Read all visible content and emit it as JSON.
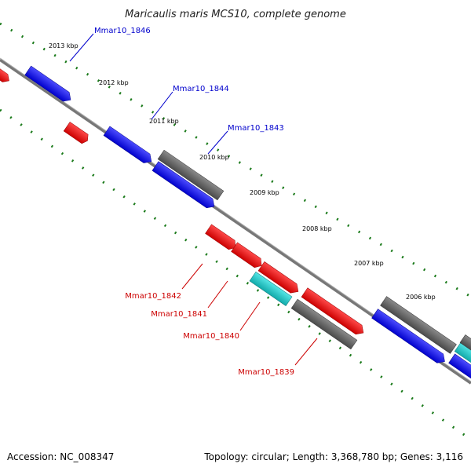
{
  "header": {
    "title": "Maricaulis maris MCS10, complete genome"
  },
  "footer": {
    "accession": "Accession: NC_008347",
    "summary": "Topology: circular; Length: 3,368,780 bp; Genes: 3,116"
  },
  "ticks": [
    "2013 kbp",
    "2012 kbp",
    "2011 kbp",
    "2010 kbp",
    "2009 kbp",
    "2008 kbp",
    "2007 kbp",
    "2006 kbp"
  ],
  "gene_labels": {
    "g1846": "Mmar10_1846",
    "g1844": "Mmar10_1844",
    "g1843": "Mmar10_1843",
    "g1842": "Mmar10_1842",
    "g1841": "Mmar10_1841",
    "g1840": "Mmar10_1840",
    "g1839": "Mmar10_1839"
  },
  "colors": {
    "blue": "#0000ee",
    "red": "#ee0000",
    "gray": "#666666",
    "cyan": "#22cccc",
    "backbone": "#888888",
    "tick_dots": "#1a7a1a"
  }
}
